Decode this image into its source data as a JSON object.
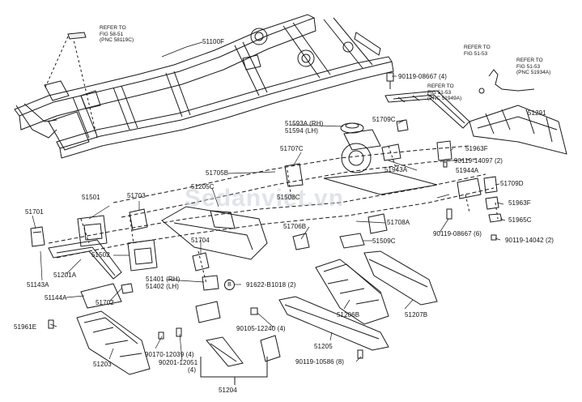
{
  "watermark": "Sedanviet.vn",
  "circle_symbol": "B",
  "references": [
    {
      "id": "ref1",
      "lines": [
        "REFER TO",
        "FIG 58-51",
        "(PNC 58119C)"
      ]
    },
    {
      "id": "ref2",
      "lines": [
        "REFER TO",
        "FIG 51-53"
      ]
    },
    {
      "id": "ref3",
      "lines": [
        "REFER TO",
        "FIG 51-53",
        "(PNC 51934A)"
      ]
    },
    {
      "id": "ref4",
      "lines": [
        "REFER TO",
        "FIG 51-53",
        "(PNC 51949A)"
      ]
    }
  ],
  "parts": [
    "51100F",
    "90119-08667 (4)",
    "51709C",
    "51593A (RH)",
    "51594 (LH)",
    "51707C",
    "51963F",
    "90119-14097 (2)",
    "51944A",
    "51709D",
    "51291",
    "51943A",
    "51705B",
    "51205C",
    "51508C",
    "51701",
    "51501",
    "51703",
    "51706B",
    "51708A",
    "51963F",
    "51965C",
    "90119-08667 (6)",
    "90119-14042 (2)",
    "51509C",
    "51704",
    "51502",
    "51201A",
    "51143A",
    "51401 (RH)",
    "51402 (LH)",
    "91622-B1018 (2)",
    "51144A",
    "51702",
    "51961E",
    "51206B",
    "51207B",
    "90105-12240 (4)",
    "51205",
    "51203",
    "90170-12039 (4)",
    "90201-12051",
    "(4)",
    "90119-10586 (8)",
    "51204"
  ]
}
